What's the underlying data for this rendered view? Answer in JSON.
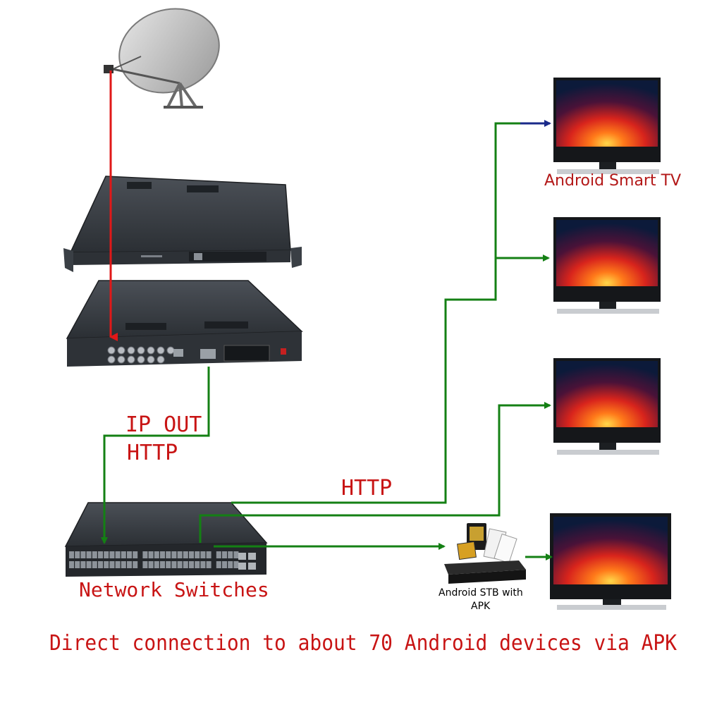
{
  "labels": {
    "ip_out": "IP OUT",
    "http_left": "HTTP",
    "http_mid": "HTTP",
    "smart_tv": "Android Smart TV",
    "stb_line1": "Android STB with",
    "stb_line2": "APK",
    "switches": "Network Switches",
    "footer": "Direct connection to about 70 Android devices via APK"
  },
  "colors": {
    "rf_line": "#e01818",
    "link_line": "#148014",
    "arrow_top": "#1a2a8a",
    "label_red": "#c81414",
    "device_body": "#2a2d31"
  },
  "icons": [
    "satellite-dish-icon",
    "encoder-device-icon",
    "gateway-device-icon",
    "network-switch-icon",
    "tv-icon",
    "set-top-box-icon"
  ]
}
